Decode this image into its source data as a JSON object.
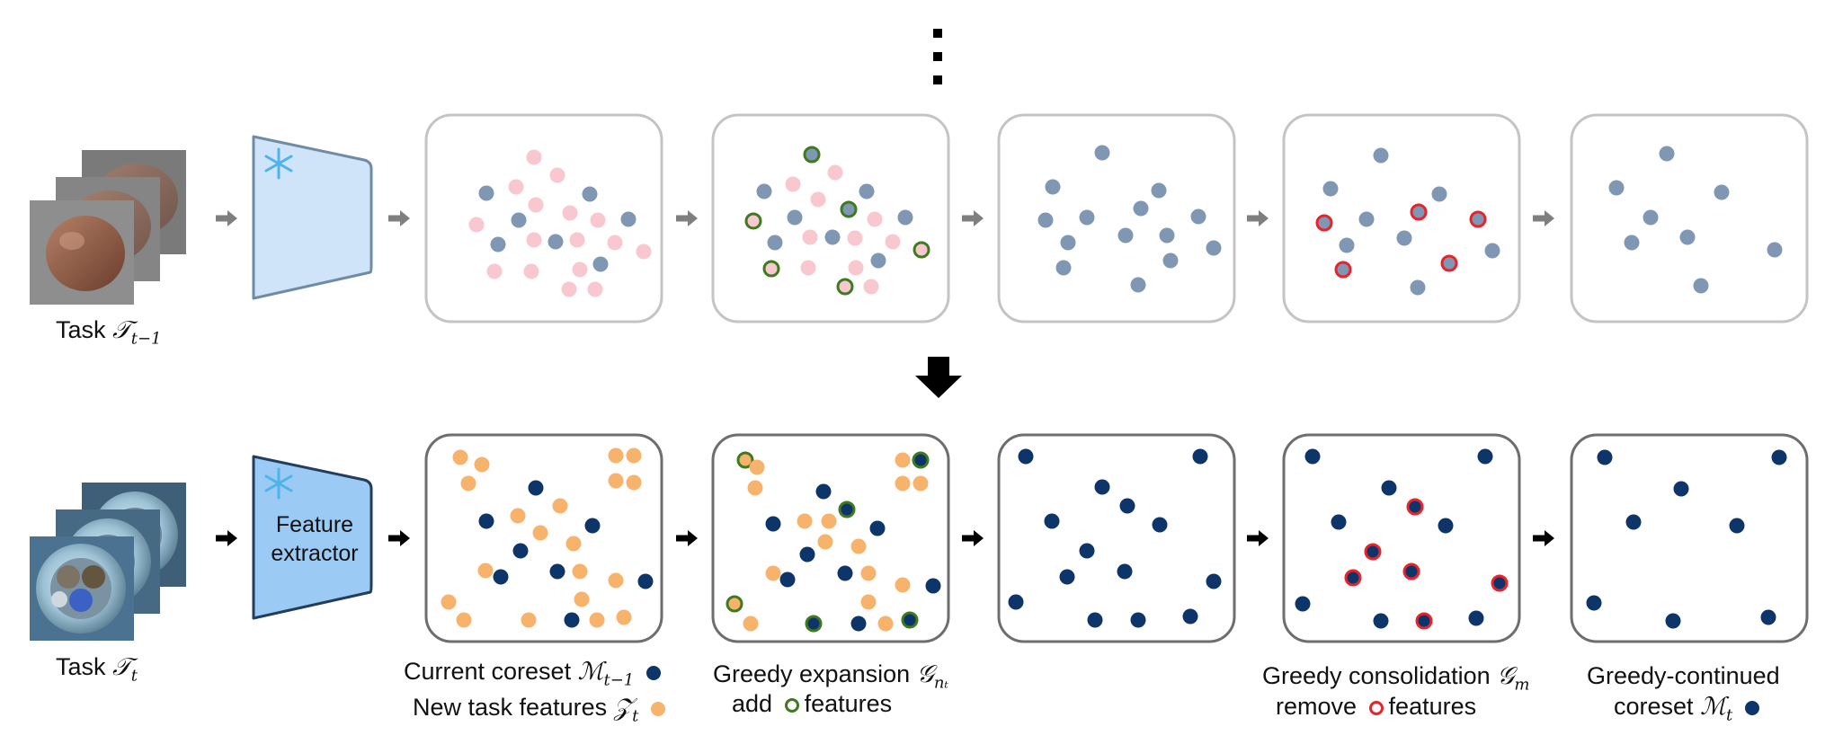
{
  "colors": {
    "prev_point": "#7f97b3",
    "pink_point": "#f9c7cf",
    "orange_point": "#f7b36b",
    "cur_point": "#0d3569",
    "green_ring": "#3e7a1e",
    "red_ring": "#e8232b",
    "panel_border_top": "#c4c4c4",
    "panel_border_bottom": "#6e6e6e",
    "frozen_extractor_fill": "#cfe4f8",
    "extractor_fill": "#9bcbf5",
    "arrow_gray": "#7f7f7f",
    "arrow_black": "#000000"
  },
  "icons": {
    "frozen": "snowflake-icon",
    "arrow": "right-arrow-icon",
    "down_arrow": "down-arrow-icon",
    "ellipsis": "vertical-ellipsis-icon"
  },
  "top_row": {
    "task_label": "Task",
    "task_symbol": "𝒯",
    "task_subscript": "t−1"
  },
  "bottom_row": {
    "task_label": "Task",
    "task_symbol": "𝒯",
    "task_subscript": "t",
    "extractor_label_line1": "Feature",
    "extractor_label_line2": "extractor"
  },
  "captions": {
    "current_coreset": "Current coreset",
    "current_coreset_symbol": "ℳ",
    "current_coreset_sub": "t−1",
    "new_task_features": "New task features",
    "new_task_symbol": "𝒵",
    "new_task_sub": "t",
    "greedy_expansion": "Greedy expansion",
    "greedy_expansion_symbol": "𝒢",
    "greedy_expansion_sub": "nₜ",
    "add_prefix": "add",
    "add_suffix": "features",
    "greedy_consolidation": "Greedy consolidation",
    "greedy_consolidation_symbol": "𝒢",
    "greedy_consolidation_sub": "m",
    "remove_prefix": "remove",
    "remove_suffix": "features",
    "greedy_continued": "Greedy-continued",
    "coreset_word": "coreset",
    "coreset_symbol": "ℳ",
    "coreset_sub": "t"
  }
}
